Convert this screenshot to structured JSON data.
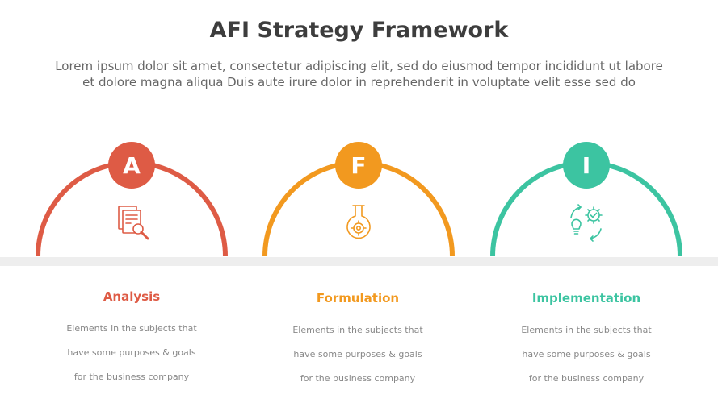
{
  "header": {
    "title": "AFI Strategy Framework",
    "subtitle_line1": "Lorem ipsum dolor sit amet, consectetur adipiscing elit, sed do eiusmod tempor incididunt ut labore",
    "subtitle_line2": "et dolore magna aliqua Duis aute irure dolor in reprehenderit in voluptate velit esse sed do"
  },
  "steps": [
    {
      "letter": "A",
      "title": "Analysis",
      "desc_line1": "Elements in the subjects that",
      "desc_line2": "have  some purposes & goals",
      "desc_line3": "for the  business company",
      "color": "#de5b45",
      "icon": "document-search-icon"
    },
    {
      "letter": "F",
      "title": "Formulation",
      "desc_line1": "Elements in the subjects that",
      "desc_line2": "have  some purposes & goals",
      "desc_line3": "for the  business company",
      "color": "#f2991f",
      "icon": "flask-gear-icon"
    },
    {
      "letter": "I",
      "title": "Implementation",
      "desc_line1": "Elements in the subjects that",
      "desc_line2": "have  some purposes & goals",
      "desc_line3": "for the  business company",
      "color": "#3cc4a1",
      "icon": "gear-lightbulb-cycle-icon"
    }
  ]
}
